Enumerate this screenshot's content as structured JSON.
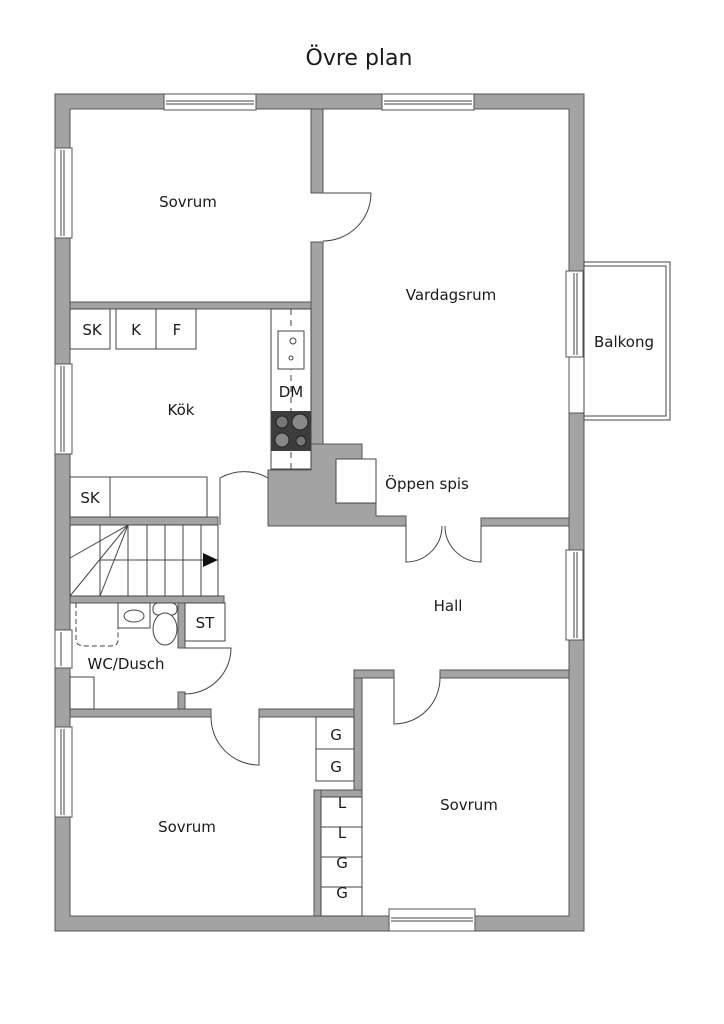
{
  "title": "Övre plan",
  "colors": {
    "wall": "#a3a3a3",
    "wall_stroke": "#555555",
    "stove": "#3d3d3d",
    "background": "#ffffff"
  },
  "rooms": {
    "bedroom_nw": "Sovrum",
    "living_room": "Vardagsrum",
    "balcony": "Balkong",
    "kitchen": "Kök",
    "fireplace": "Öppen spis",
    "hall": "Hall",
    "wc_shower": "WC/Dusch",
    "bedroom_sw": "Sovrum",
    "bedroom_se": "Sovrum"
  },
  "fixtures": {
    "kitchen_top": [
      "SK",
      "K",
      "F"
    ],
    "kitchen_bottom": "SK",
    "dishwasher": "DM",
    "storage": "ST",
    "closets_upper": [
      "G",
      "G"
    ],
    "closets_lower": [
      "L",
      "L",
      "G",
      "G"
    ]
  }
}
